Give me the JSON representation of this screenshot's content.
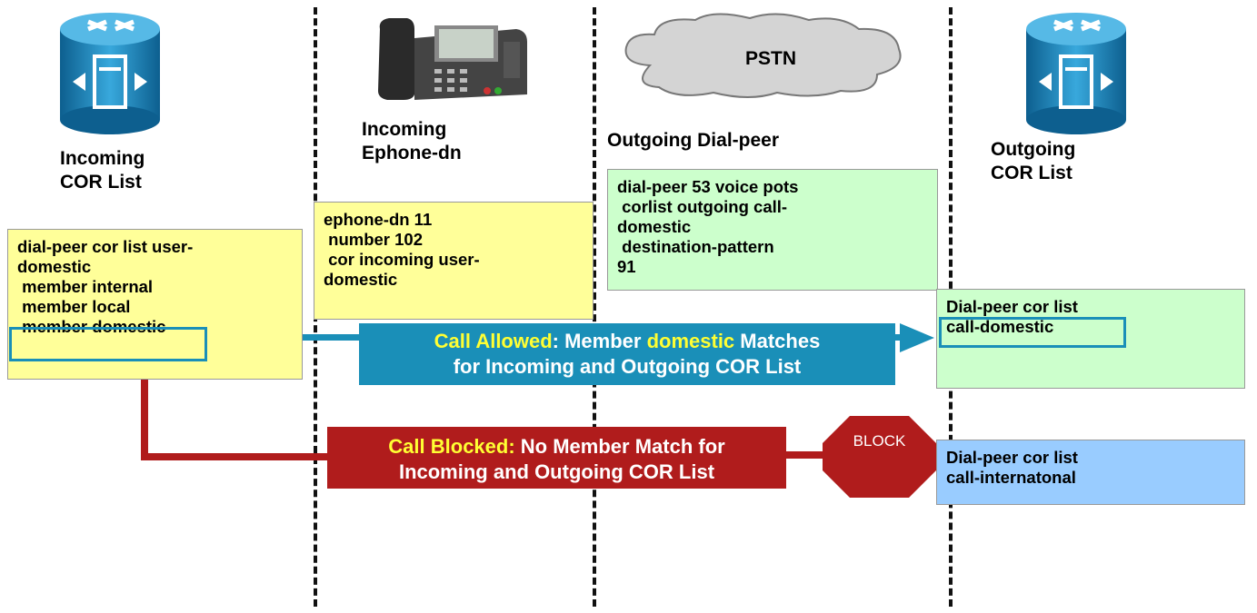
{
  "columns": {
    "incoming_cor": {
      "line1": "Incoming",
      "line2": "COR List"
    },
    "incoming_ephone": {
      "line1": "Incoming",
      "line2": "Ephone-dn"
    },
    "pstn": {
      "label": "PSTN",
      "caption": "Outgoing Dial-peer"
    },
    "outgoing_cor": {
      "line1": "Outgoing",
      "line2": "COR List"
    }
  },
  "config_boxes": {
    "incoming_cor_list": "dial-peer cor list user-\ndomestic\n member internal\n member local\n member domestic",
    "ephone_dn": "ephone-dn 11\n number 102\n cor incoming user-\ndomestic",
    "dial_peer": "dial-peer 53 voice pots\n corlist outgoing call-\ndomestic\n destination-pattern\n91",
    "outgoing_domestic": "Dial-peer cor list\ncall-domestic",
    "outgoing_international": "Dial-peer cor list\ncall-internatonal"
  },
  "allowed_banner": {
    "highlight": "Call Allowed",
    "text1": ": Member ",
    "member": "domestic",
    "text2": " Matches",
    "line2": "for Incoming and Outgoing COR List"
  },
  "blocked_banner": {
    "highlight": "Call Blocked:",
    "text1": " No Member Match for",
    "line2": "Incoming and Outgoing COR List"
  },
  "block_sign": "BLOCK",
  "colors": {
    "allowed": "#1a8fb8",
    "blocked": "#b01c1c",
    "router": "#1e8fc4"
  }
}
